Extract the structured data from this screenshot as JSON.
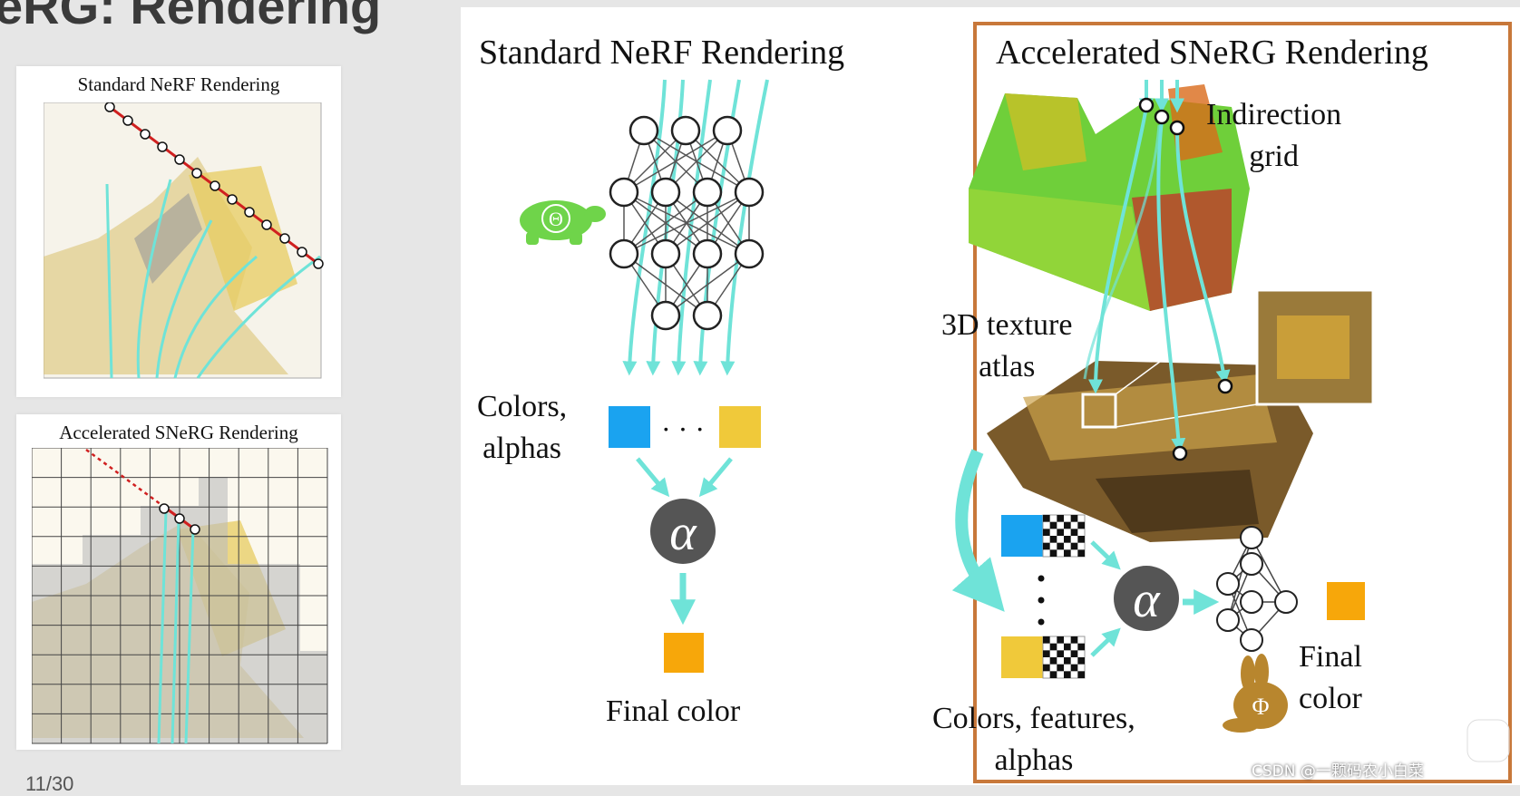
{
  "slide": {
    "heading": "eRG: Rendering",
    "page_number": "11/30"
  },
  "thumbnails": {
    "top_title": "Standard NeRF Rendering",
    "bottom_title": "Accelerated SNeRG Rendering"
  },
  "left_panel": {
    "title": "Standard NeRF Rendering",
    "colors_alphas_label": "Colors,\nalphas",
    "ellipsis": "· · ·",
    "alpha_symbol": "α",
    "theta_symbol": "Θ",
    "final_color_label": "Final color"
  },
  "right_panel": {
    "title": "Accelerated SNeRG Rendering",
    "indirection_label": "Indirection\ngrid",
    "atlas_label": "3D texture\natlas",
    "features_label": "Colors, features,\nalphas",
    "alpha_symbol": "α",
    "phi_symbol": "Φ",
    "final_color_label": "Final\ncolor"
  },
  "colors": {
    "arrow": "#6fe3d8",
    "blue": "#1aa3f0",
    "yellow": "#f0c93a",
    "orange": "#f7a70a",
    "frame": "#c8783a",
    "turtle": "#6fd44a",
    "bunny": "#b8862e",
    "alpha_circle": "#555555"
  },
  "watermark": "CSDN @一颗码农小白菜"
}
